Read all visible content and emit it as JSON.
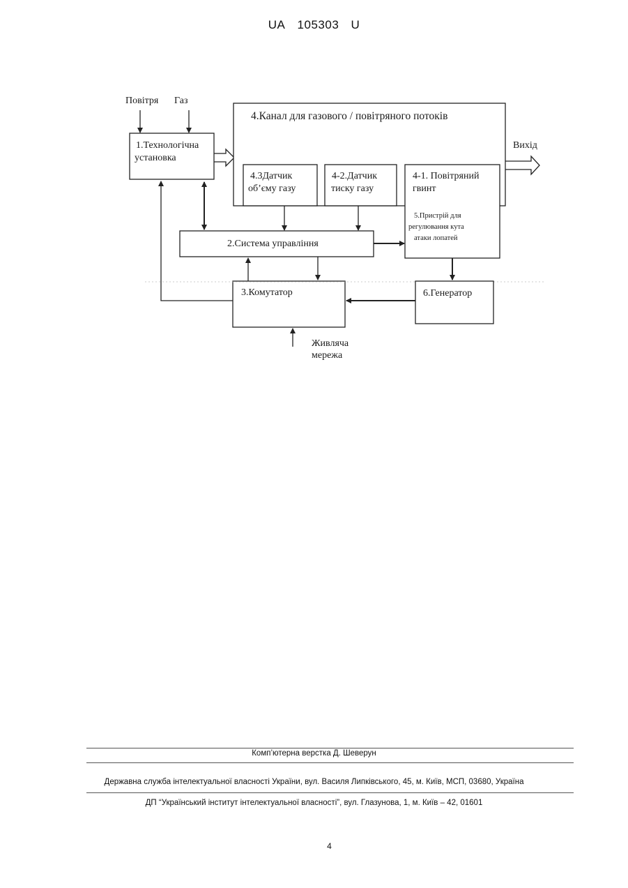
{
  "header": {
    "office": "UA",
    "number": "105303",
    "kind": "U"
  },
  "diagram": {
    "input_air": "Повітря",
    "input_gas": "Газ",
    "box1_line1": "1.Технологічна",
    "box1_line2": "установка",
    "channel_title": "4.Канал для газового / повітряного потоків",
    "sensor43_line1": "4.3Датчик",
    "sensor43_line2": "об’єму газу",
    "sensor42_line1": "4-2.Датчик",
    "sensor42_line2": "тиску газу",
    "propeller_line1": "4-1. Повітряний",
    "propeller_line2": "гвинт",
    "device5_line1": "5.Пристрій для",
    "device5_line2": "регулювання кута",
    "device5_line3": "атаки лопатей",
    "output": "Вихід",
    "control_system": "2.Система управління",
    "switch": "3.Комутатор",
    "generator": "6.Генератор",
    "mains_line1": "Живляча",
    "mains_line2": "мережа"
  },
  "footer": {
    "layout_credit": "Комп’ютерна верстка Д. Шеверун",
    "agency": "Державна служба інтелектуальної власності України, вул. Василя Липківського, 45, м. Київ, МСП, 03680, Україна",
    "institute": "ДП “Український інститут інтелектуальної власності”, вул. Глазунова, 1, м. Київ – 42, 01601"
  },
  "page_number": "4"
}
